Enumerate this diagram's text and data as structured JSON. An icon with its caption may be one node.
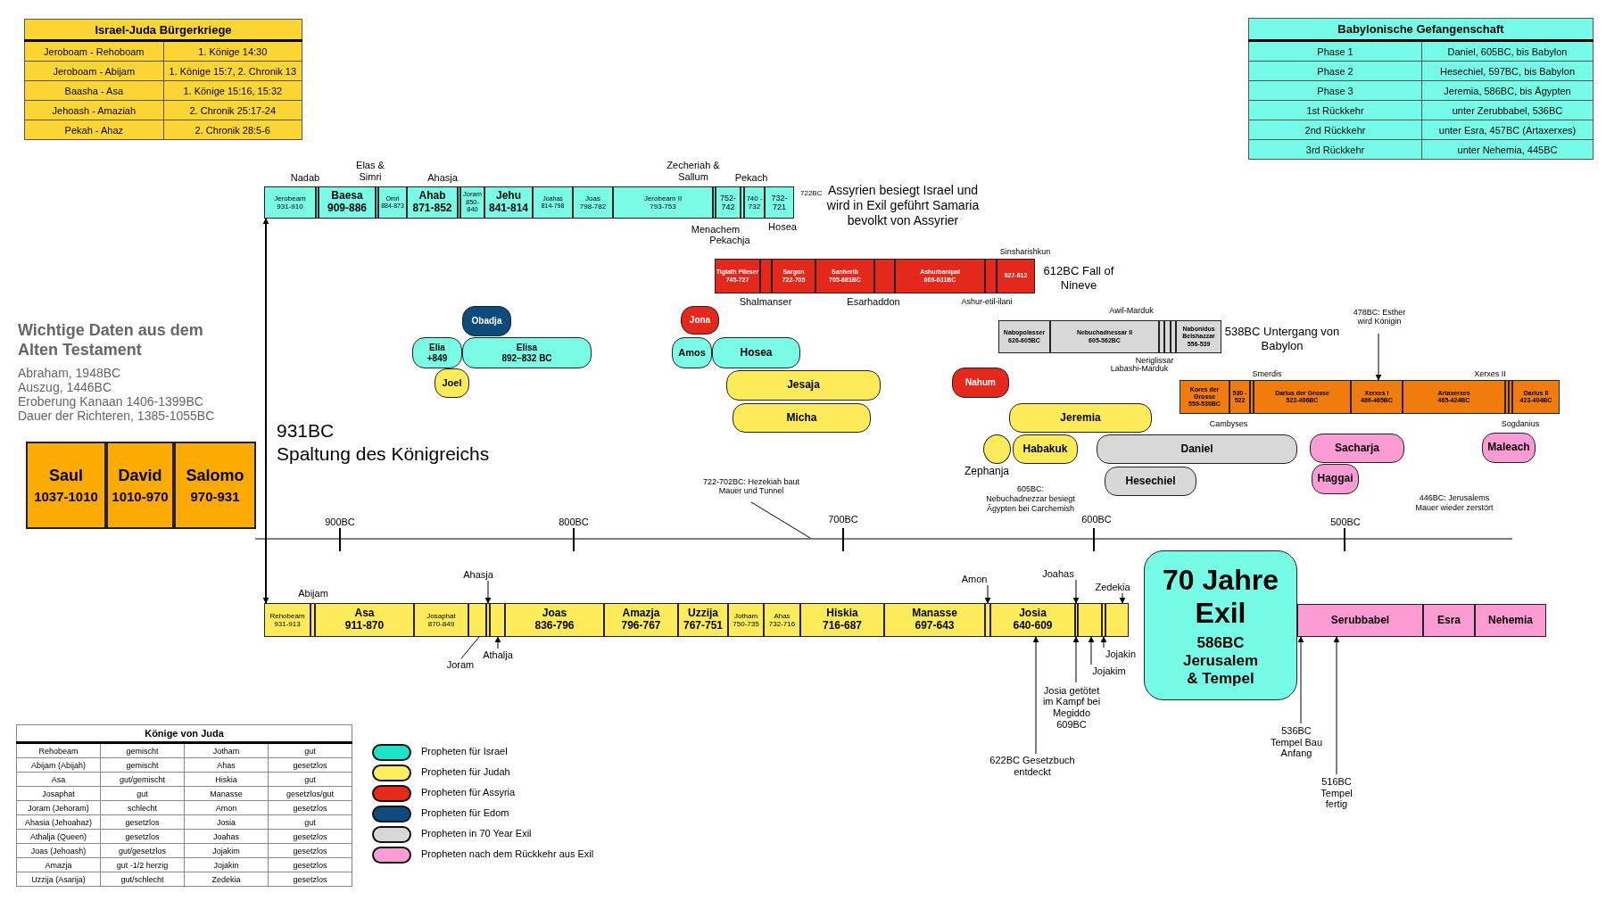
{
  "diagram": {
    "title": "Wichtige Daten aus dem Alten Testament",
    "nodes": [
      {
        "text": [
          "Saul",
          "1037-1010"
        ]
      },
      {
        "text": [
          "David",
          "1010-970"
        ]
      },
      {
        "text": [
          "Salomo",
          "970-931"
        ]
      },
      {
        "text": [
          "Jerobeam",
          "931-910"
        ]
      },
      {
        "text": [],
        "shape": "bar",
        "beside": [
          "Nadab"
        ]
      },
      {
        "text": [
          "Baesa",
          "909-886"
        ]
      },
      {
        "text": [],
        "shape": "bar",
        "beside": [
          "Elas & Simri"
        ]
      },
      {
        "text": [
          "Omri",
          "884-873"
        ]
      },
      {
        "text": [
          "Ahab",
          "871-852"
        ]
      },
      {
        "text": [],
        "shape": "bar",
        "beside": [
          "Ahasja"
        ]
      },
      {
        "text": [
          "Joram",
          "850-840"
        ]
      },
      {
        "text": [
          "Jehu",
          "841-814"
        ]
      },
      {
        "text": [
          "Joahas",
          "814-798"
        ]
      },
      {
        "text": [
          "Joas",
          "798-782"
        ]
      },
      {
        "text": [
          "Jerobeam II",
          "793-753"
        ]
      },
      {
        "text": [],
        "shape": "bar",
        "beside": [
          "Zecheriah & Sallum"
        ]
      },
      {
        "text": [
          "752-742"
        ],
        "beside": [
          "Menachem"
        ]
      },
      {
        "text": [],
        "shape": "bar",
        "beside": [
          "Pekachja"
        ]
      },
      {
        "text": [
          "740 - 732"
        ],
        "beside": [
          "Pekach"
        ]
      },
      {
        "text": [
          "732-721"
        ],
        "beside": [
          "Hosea"
        ]
      },
      {
        "text": [
          "Tiglath Pileser",
          "745-727"
        ]
      },
      {
        "text": [],
        "shape": "bar",
        "beside": [
          "Shalmanser"
        ]
      },
      {
        "text": [
          "Sargon",
          "722-705"
        ]
      },
      {
        "text": [
          "Sanherib",
          "705-681BC"
        ]
      },
      {
        "text": [],
        "shape": "bar",
        "beside": [
          "Esarhaddon"
        ]
      },
      {
        "text": [
          "Ashurbanipal",
          "669-631BC"
        ]
      },
      {
        "text": [],
        "shape": "bar",
        "beside": [
          "Ashur-etil-ilani"
        ]
      },
      {
        "text": [
          "627-612"
        ],
        "beside": [
          "Sinsharishkun"
        ]
      },
      {
        "text": [
          "Nabopolasser",
          "626-605BC"
        ]
      },
      {
        "text": [
          "Nebuchadnessar II",
          "605-562BC"
        ]
      },
      {
        "text": [],
        "shape": "bar",
        "beside": [
          "Awil-Marduk"
        ]
      },
      {
        "text": [],
        "shape": "bar",
        "beside": [
          "Neriglissar"
        ]
      },
      {
        "text": [],
        "shape": "bar",
        "beside": [
          "Labashi-Marduk"
        ]
      },
      {
        "text": [
          "Nabonidus Belshazzar",
          "556-539"
        ]
      },
      {
        "text": [
          "Kores der Grosse",
          "559-530BC"
        ]
      },
      {
        "text": [
          "530 - 522"
        ],
        "beside": [
          "Cambyses"
        ]
      },
      {
        "text": [],
        "shape": "bar",
        "beside": [
          "Smerdis"
        ]
      },
      {
        "text": [
          "Darius der Grosse",
          "522-486BC"
        ]
      },
      {
        "text": [
          "Xerxes I",
          "486-465BC"
        ]
      },
      {
        "text": [
          "Artaxerxes",
          "465-424BC"
        ]
      },
      {
        "text": [],
        "shape": "bar",
        "beside": [
          "Xerxes II"
        ]
      },
      {
        "text": [],
        "shape": "bar",
        "beside": [
          "Sogdanius"
        ]
      },
      {
        "text": [
          "Darius II",
          "423-404BC"
        ]
      },
      {
        "text": [
          "Obadja"
        ]
      },
      {
        "text": [
          "Elia",
          "+849"
        ]
      },
      {
        "text": [
          "Elisa",
          "892–832 BC"
        ]
      },
      {
        "text": [
          "Joel"
        ]
      },
      {
        "text": [
          "Jona"
        ]
      },
      {
        "text": [
          "Amos"
        ]
      },
      {
        "text": [
          "Hosea"
        ]
      },
      {
        "text": [
          "Jesaja"
        ]
      },
      {
        "text": [
          "Micha"
        ]
      },
      {
        "text": [
          "Nahum"
        ]
      },
      {
        "text": [
          "Jeremia"
        ]
      },
      {
        "text": [],
        "shape": "circle",
        "beside": [
          "Zephanja"
        ]
      },
      {
        "text": [
          "Habakuk"
        ]
      },
      {
        "text": [
          "Daniel"
        ]
      },
      {
        "text": [
          "Hesechiel"
        ]
      },
      {
        "text": [
          "Sacharja"
        ]
      },
      {
        "text": [
          "Haggai"
        ]
      },
      {
        "text": [
          "Maleach"
        ]
      },
      {
        "text": [
          "Rehobeam",
          "931-913"
        ]
      },
      {
        "text": [],
        "shape": "bar",
        "beside": [
          "Abijam"
        ]
      },
      {
        "text": [
          "Asa",
          "911-870"
        ]
      },
      {
        "text": [
          "Josaphat",
          "870-849"
        ]
      },
      {
        "text": [],
        "shape": "bar"
      },
      {
        "text": [],
        "shape": "bar"
      },
      {
        "text": [],
        "shape": "bar"
      },
      {
        "text": [
          "Joas",
          "836-796"
        ]
      },
      {
        "text": [
          "Amazja",
          "796-767"
        ]
      },
      {
        "text": [
          "Uzzija",
          "767-751"
        ]
      },
      {
        "text": [
          "Jotham",
          "750-735"
        ]
      },
      {
        "text": [
          "Ahas",
          "732-716"
        ]
      },
      {
        "text": [
          "Hiskia",
          "716-687"
        ]
      },
      {
        "text": [
          "Manasse",
          "697-643"
        ]
      },
      {
        "text": [],
        "shape": "bar"
      },
      {
        "text": [
          "Josia",
          "640-609"
        ]
      },
      {
        "text": [],
        "shape": "bar"
      },
      {
        "text": [],
        "shape": "bar"
      },
      {
        "text": [],
        "shape": "bar"
      },
      {
        "text": [],
        "shape": "bar"
      },
      {
        "text": [
          "70 Jahre Exil",
          "586BC Jerusalem & Tempel"
        ]
      },
      {
        "text": [
          "Serubbabel"
        ]
      },
      {
        "text": [
          "Esra"
        ]
      },
      {
        "text": [
          "Nehemia"
        ]
      },
      {
        "text": [
          "Ahasja"
        ]
      },
      {
        "text": [
          "Joram"
        ]
      },
      {
        "text": [
          "Athalja"
        ]
      },
      {
        "text": [
          "Amon"
        ]
      },
      {
        "text": [
          "Joahas"
        ]
      },
      {
        "text": [
          "Zedekia"
        ]
      },
      {
        "text": [
          "Jojakin"
        ]
      },
      {
        "text": [
          "Jojakim"
        ]
      },
      {
        "text": [
          "Josia getötet im Kampf bei Megiddo 609BC"
        ]
      },
      {
        "text": [
          "622BC Gesetzbuch entdeckt"
        ]
      },
      {
        "text": [
          "536BC Tempel Bau Anfang"
        ]
      },
      {
        "text": [
          "516BC Tempel fertig"
        ]
      },
      {
        "text": [
          "478BC: Esther wird Königin"
        ]
      },
      {
        "text": [
          "722-702BC: Hezekiah baut Mauer und Tunnel"
        ]
      }
    ],
    "edges": [
      {
        "from": 3,
        "to": 61,
        "arrow": "both"
      },
      {
        "from": 85,
        "to": 66,
        "arrow": "to"
      },
      {
        "from": 86,
        "to": 65,
        "arrow": "none"
      },
      {
        "from": 87,
        "to": 67,
        "arrow": "to"
      },
      {
        "from": 88,
        "to": 75,
        "arrow": "to"
      },
      {
        "from": 89,
        "to": 77,
        "arrow": "to"
      },
      {
        "from": 90,
        "to": 80,
        "arrow": "to"
      },
      {
        "from": 91,
        "to": 79,
        "arrow": "to"
      },
      {
        "from": 92,
        "to": 78,
        "arrow": "to"
      },
      {
        "from": 93,
        "to": 77,
        "arrow": "to"
      },
      {
        "from": 94,
        "to": 76,
        "arrow": "to"
      },
      {
        "from": 95,
        "to": 82,
        "arrow": "to"
      },
      {
        "from": 96,
        "to": 82,
        "arrow": "to"
      },
      {
        "from": 97,
        "to": 38,
        "arrow": "to"
      },
      {
        "from": 98,
        "to": null,
        "arrow": "none"
      }
    ],
    "labels": [
      "Israel-Juda Bürgerkriege",
      "Jeroboam - Rehoboam",
      "1. Könige 14:30",
      "Jeroboam - Abijam",
      "1. Könige 15:7, 2. Chronik 13",
      "Baasha - Asa",
      "1. Könige 15:16, 15:32",
      "Jehoash - Amaziah",
      "2. Chronik 25:17-24",
      "Pekah - Ahaz",
      "2. Chronik 28:5-6",
      "Babylonische Gefangenschaft",
      "Phase 1",
      "Daniel, 605BC, bis Babylon",
      "Phase 2",
      "Hesechiel, 597BC, bis Babylon",
      "Phase 3",
      "Jeremia, 586BC, bis Ägypten",
      "1st Rückkehr",
      "unter Zerubbabel, 536BC",
      "2nd Rückkehr",
      "unter Esra, 457BC (Artaxerxes)",
      "3rd Rückkehr",
      "unter Nehemia, 445BC",
      "Abraham, 1948BC",
      "Auszug, 1446BC",
      "Eroberung Kanaan 1406-1399BC",
      "Dauer der Richteren, 1385-1055BC",
      "931BC",
      "Spaltung des Königreichs",
      "722BC",
      "Assyrien besiegt Israel und wird in Exil geführt Samaria bevolkt von Assyrier",
      "612BC Fall of Nineve",
      "538BC Untergang von Babylon",
      "605BC: Nebuchadnezzar besiegt Ägypten bei Carchemish",
      "900BC",
      "800BC",
      "700BC",
      "600BC",
      "500BC",
      "446BC: Jerusalems Mauer wieder zerstört",
      "Könige von Juda",
      "Rehobeam",
      "gemischt",
      "Jotham",
      "gut",
      "Abijam (Abijah)",
      "gemischt",
      "Ahas",
      "gesetzlos",
      "Asa",
      "gut/gemischt",
      "Hiskia",
      "gut",
      "Josaphat",
      "gut",
      "Manasse",
      "gesetzlos/gut",
      "Joram (Jehoram)",
      "schlecht",
      "Amon",
      "gesetzlos",
      "Ahasia (Jehoahaz)",
      "gesetzlos",
      "Josia",
      "gut",
      "Athalja (Queen)",
      "gesetzlos",
      "Joahas",
      "gesetzlos",
      "Joas (Jehoash)",
      "gut/gesetzlos",
      "Jojakim",
      "gesetzlos",
      "Amazja",
      "gut -1/2 herzig",
      "Jojakin",
      "gesetzlos",
      "Uzzija (Asarija)",
      "gut/schlecht",
      "Zedekia",
      "gesetzlos"
    ],
    "legend": [
      {
        "text": "Propheten für Israel",
        "color": "#1de3c9"
      },
      {
        "text": "Propheten für Judah",
        "color": "#fdee60"
      },
      {
        "text": "Propheten für Assyria",
        "color": "#e8281a"
      },
      {
        "text": "Propheten für Edom",
        "color": "#0d4b7d"
      },
      {
        "text": "Propheten in 70 Year Exil",
        "color": "#d8d8d8"
      },
      {
        "text": "Propheten nach dem Rückkehr aus Exil",
        "color": "#fd9bd4"
      }
    ]
  }
}
